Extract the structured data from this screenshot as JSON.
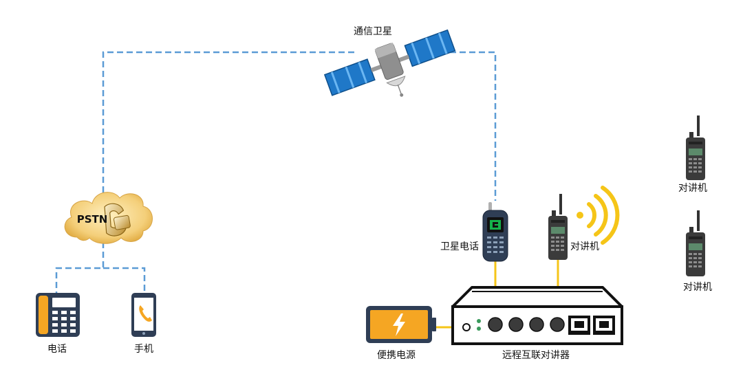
{
  "labels": {
    "satellite": "通信卫星",
    "pstn": "PSTN",
    "sat_phone": "卫星电话",
    "radio_connected": "对讲机",
    "radio_right_top": "对讲机",
    "radio_right_bottom": "对讲机",
    "desk_phone": "电话",
    "mobile_phone": "手机",
    "power_bank": "便携电源",
    "device": "远程互联对讲器"
  },
  "colors": {
    "dashed_link": "#5b9bd5",
    "cable": "#f5c518",
    "signal_wave": "#f5c518",
    "device_outline": "#111111",
    "phone_body": "#2f3e55",
    "radio_body": "#3b3b3b",
    "pstn_cloud": "#f4cf7a",
    "satellite_panel": "#1f78c8"
  },
  "icons": {
    "satellite": "satellite-icon",
    "pstn": "pstn-cloud-icon",
    "sat_phone": "satellite-phone-icon",
    "radio": "walkie-talkie-icon",
    "desk_phone": "desk-phone-icon",
    "mobile_phone": "mobile-phone-icon",
    "power_bank": "battery-icon",
    "device": "network-box-icon",
    "signal": "radio-waves-icon"
  }
}
